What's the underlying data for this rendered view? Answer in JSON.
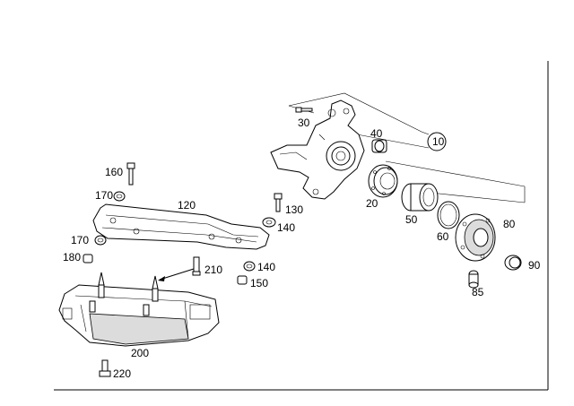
{
  "diagram": {
    "labels": {
      "p10": "10",
      "p20": "20",
      "p30": "30",
      "p40": "40",
      "p50": "50",
      "p60": "60",
      "p80": "80",
      "p85": "85",
      "p90": "90",
      "p120": "120",
      "p130": "130",
      "p140a": "140",
      "p140b": "140",
      "p150": "150",
      "p160": "160",
      "p170a": "170",
      "p170b": "170",
      "p180": "180",
      "p200": "200",
      "p210": "210",
      "p220": "220"
    }
  }
}
